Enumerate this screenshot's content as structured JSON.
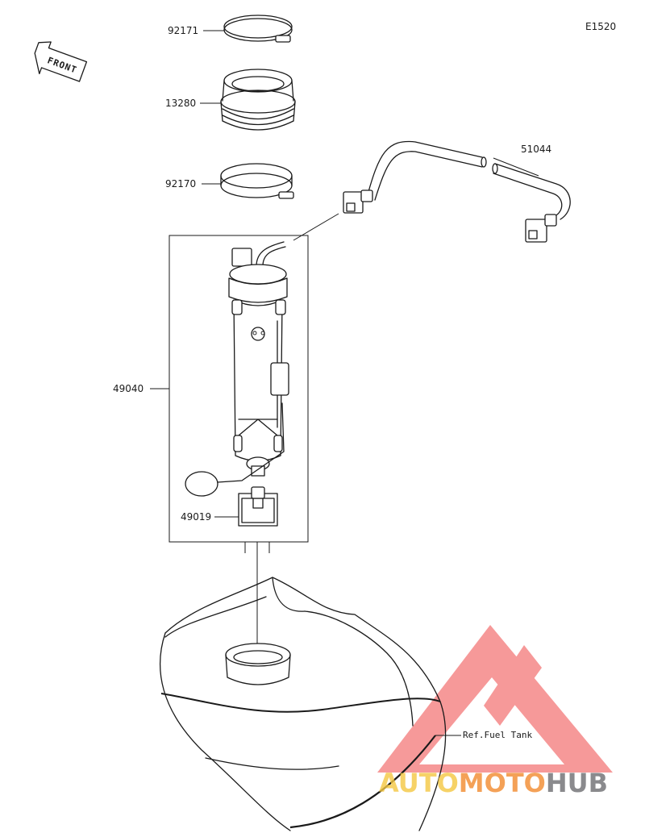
{
  "diagram_code": "E1520",
  "front_label": "FRONT",
  "parts": {
    "clamp_upper": "92171",
    "seal": "13280",
    "clamp_lower": "92170",
    "hose": "51044",
    "pump_assembly": "49040",
    "filter": "49019"
  },
  "reference_label": "Ref.Fuel Tank",
  "watermark": {
    "part1": "AUTO",
    "part2": "MOTO",
    "part3": "HUB",
    "colors": {
      "yellow": "#f5c842",
      "orange": "#f28a2e",
      "gray": "#6d6e71",
      "red": "#e83a3a"
    }
  }
}
